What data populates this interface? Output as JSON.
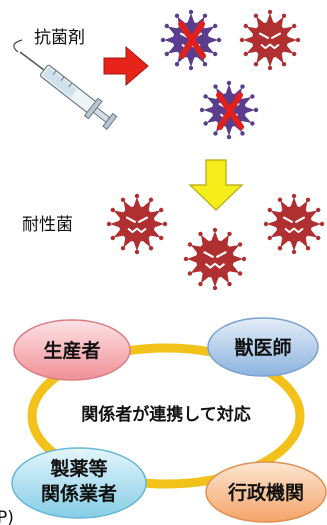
{
  "labels": {
    "antibiotic": "抗菌剤",
    "resistant": "耐性菌",
    "cooperation": "関係者が連携して対応",
    "producer": "生産者",
    "veterinarian": "獣医師",
    "pharma_line1": "製薬等",
    "pharma_line2": "関係業者",
    "administration": "行政機関",
    "corner_fragment": "P)"
  },
  "colors": {
    "virus_red": "#b03032",
    "virus_purple": "#5a3d8c",
    "cross": "#e0201c",
    "red_arrow": "#e8231a",
    "yellow_arrow": "#f6ee1a",
    "ellipse_ring": "#f2c21b",
    "pill_pink": "#f6a6ac",
    "pill_blue": "#a7c6e8",
    "pill_cyan": "#a6dcee",
    "pill_orange": "#f7b98a"
  },
  "icons": {
    "syringe": "syringe-icon",
    "virus": "virus-icon",
    "cross": "cross-icon"
  }
}
